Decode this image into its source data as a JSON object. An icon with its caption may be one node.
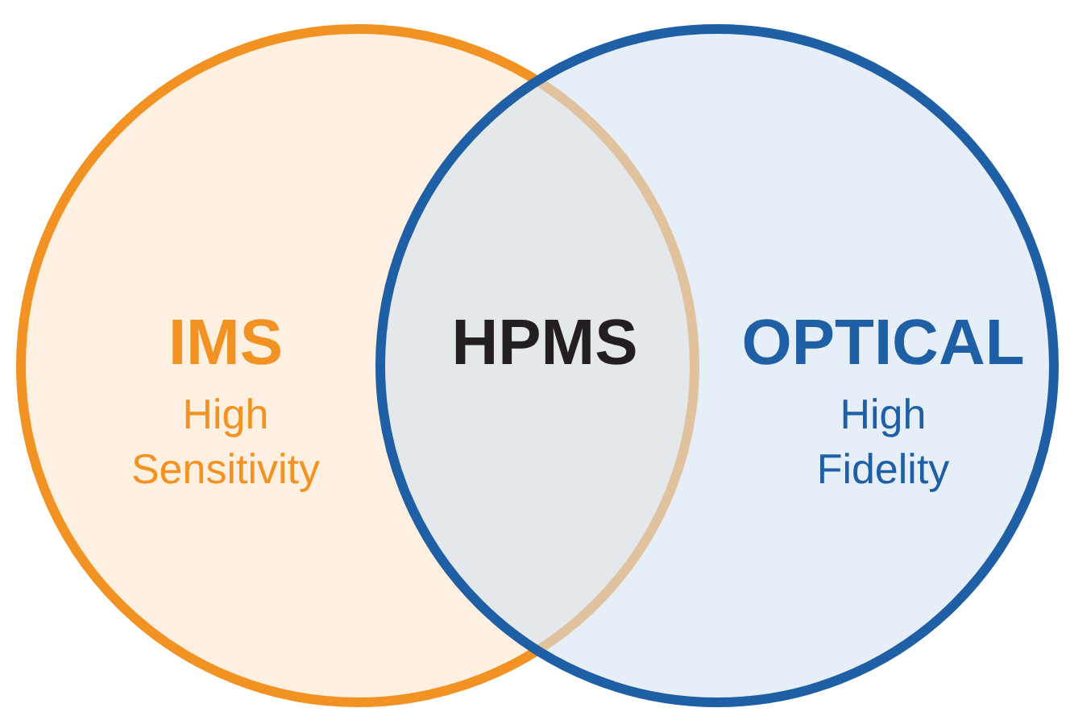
{
  "diagram": {
    "nodes": [
      {
        "text": [
          "IMS",
          "High Sensitivity"
        ]
      },
      {
        "text": [
          "OPTICAL",
          "High Fidelity"
        ]
      }
    ],
    "labels": [
      "HPMS"
    ]
  }
}
